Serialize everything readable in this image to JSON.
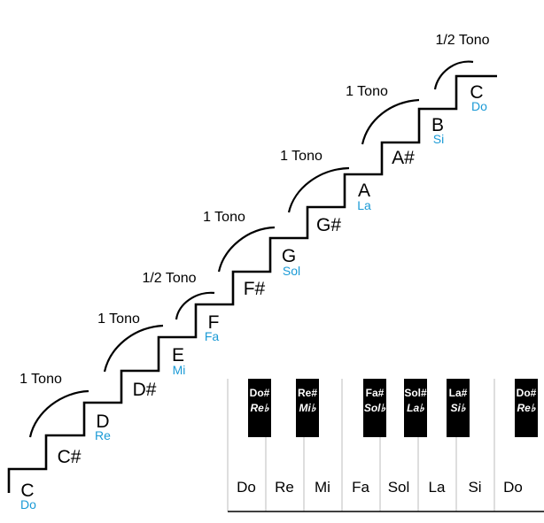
{
  "steps": [
    {
      "note": "C",
      "solfege": "Do"
    },
    {
      "note": "C#",
      "solfege": ""
    },
    {
      "note": "D",
      "solfege": "Re"
    },
    {
      "note": "D#",
      "solfege": ""
    },
    {
      "note": "E",
      "solfege": "Mi"
    },
    {
      "note": "F",
      "solfege": "Fa"
    },
    {
      "note": "F#",
      "solfege": ""
    },
    {
      "note": "G",
      "solfege": "Sol"
    },
    {
      "note": "G#",
      "solfege": ""
    },
    {
      "note": "A",
      "solfege": "La"
    },
    {
      "note": "A#",
      "solfege": ""
    },
    {
      "note": "B",
      "solfege": "Si"
    },
    {
      "note": "C",
      "solfege": "Do"
    }
  ],
  "intervals": [
    "1 Tono",
    "1 Tono",
    "1/2 Tono",
    "1 Tono",
    "1 Tono",
    "1 Tono",
    "1/2 Tono"
  ],
  "keyboard": {
    "white_keys": [
      "Do",
      "Re",
      "Mi",
      "Fa",
      "Sol",
      "La",
      "Si",
      "Do"
    ],
    "black_keys": [
      {
        "sharp": "Do#",
        "flat": "Re♭"
      },
      {
        "sharp": "Re#",
        "flat": "Mi♭"
      },
      {
        "sharp": "Fa#",
        "flat": "Sol♭"
      },
      {
        "sharp": "Sol#",
        "flat": "La♭"
      },
      {
        "sharp": "La#",
        "flat": "Si♭"
      },
      {
        "sharp": "Do#",
        "flat": "Re♭"
      }
    ]
  },
  "colors": {
    "solfege": "#1a9ad6",
    "keys_black": "#000000"
  }
}
